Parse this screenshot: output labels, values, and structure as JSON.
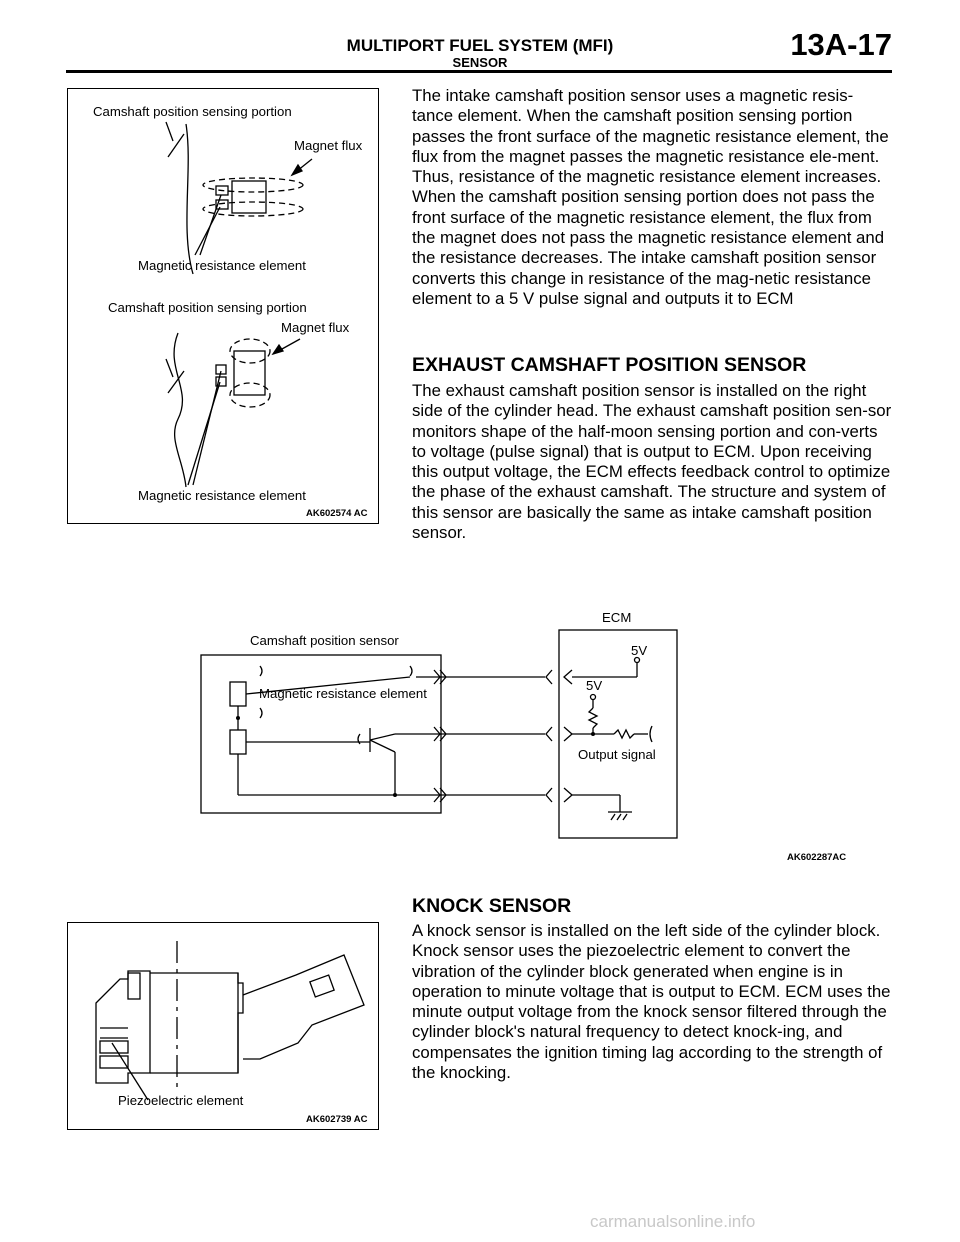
{
  "header": {
    "section_title": "MULTIPORT FUEL SYSTEM (MFI)",
    "subsection": "SENSOR",
    "page_number": "13A-17"
  },
  "intake_camshaft": {
    "body": "The intake camshaft position sensor uses a magnetic resis-tance element. When the camshaft position sensing portion passes the front surface of the magnetic resistance element, the flux from the magnet passes the magnetic resistance ele-ment. Thus, resistance of the magnetic resistance element increases. When the camshaft position sensing portion does not pass the front surface of the magnetic resistance element, the flux from the magnet does not pass the magnetic resistance element and the resistance decreases. The intake camshaft position sensor converts this change in resistance of the mag-netic resistance element to a 5 V pulse signal and outputs it to ECM"
  },
  "exhaust_camshaft": {
    "heading": "EXHAUST CAMSHAFT POSITION SENSOR",
    "body": "The exhaust camshaft position sensor is installed on the right side of the cylinder head. The exhaust camshaft position sen-sor monitors shape of the half-moon sensing portion and con-verts to voltage (pulse signal) that is output to ECM. Upon receiving this output voltage, the ECM effects feedback control to optimize the phase of the exhaust camshaft. The structure and system of this sensor are basically the same as intake camshaft position sensor."
  },
  "knock_sensor": {
    "heading": "KNOCK SENSOR",
    "body": "A knock sensor is installed on the left side of the cylinder block. Knock sensor uses the piezoelectric element to convert the vibration of the cylinder block generated when engine is in operation to minute voltage that is output to ECM. ECM uses the minute output voltage from the knock sensor filtered through the cylinder block's natural frequency to detect knock-ing, and compensates the ignition timing lag according to the strength of the knocking."
  },
  "figure1": {
    "label_sensing_top": "Camshaft position sensing portion",
    "label_flux_top": "Magnet flux",
    "label_element_top": "Magnetic resistance element",
    "label_sensing_bottom": "Camshaft position sensing portion",
    "label_flux_bottom": "Magnet flux",
    "label_element_bottom": "Magnetic resistance element",
    "figure_id": "AK602574 AC"
  },
  "figure2": {
    "label_ecm": "ECM",
    "label_sensor": "Camshaft position sensor",
    "label_5v_top": "5V",
    "label_5v_mid": "5V",
    "label_element": "Magnetic resistance element",
    "label_output": "Output signal",
    "figure_id": "AK602287AC"
  },
  "figure3": {
    "label_piezo": "Piezoelectric element",
    "figure_id": "AK602739 AC"
  },
  "watermark": "carmanualsonline.info"
}
